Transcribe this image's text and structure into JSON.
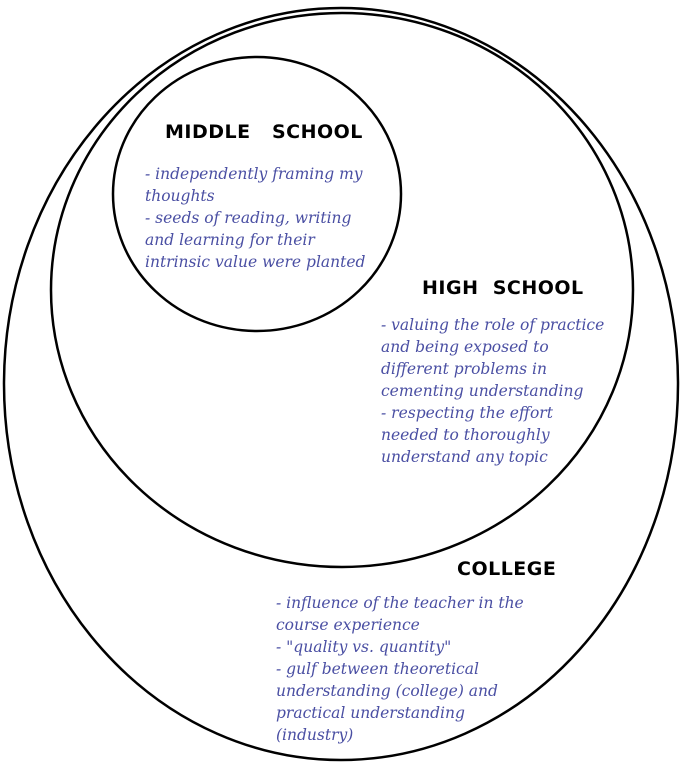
{
  "diagram": {
    "middle_school": {
      "title": "MIDDLE   SCHOOL",
      "points": [
        "- independently framing my thoughts",
        "- seeds of reading, writing and learning for their intrinsic value were planted"
      ]
    },
    "high_school": {
      "title": "HIGH  SCHOOL",
      "points": [
        "- valuing the role of practice and being exposed to different problems in cementing understanding",
        "- respecting the effort needed to thoroughly understand any topic"
      ]
    },
    "college": {
      "title": "COLLEGE",
      "points": [
        "- influence of the teacher in the course experience",
        "- \"quality vs. quantity\"",
        "- gulf between theoretical understanding (college) and practical understanding (industry)"
      ]
    },
    "colors": {
      "outline": "#000000",
      "notes_text": "#4a4fa3"
    }
  }
}
